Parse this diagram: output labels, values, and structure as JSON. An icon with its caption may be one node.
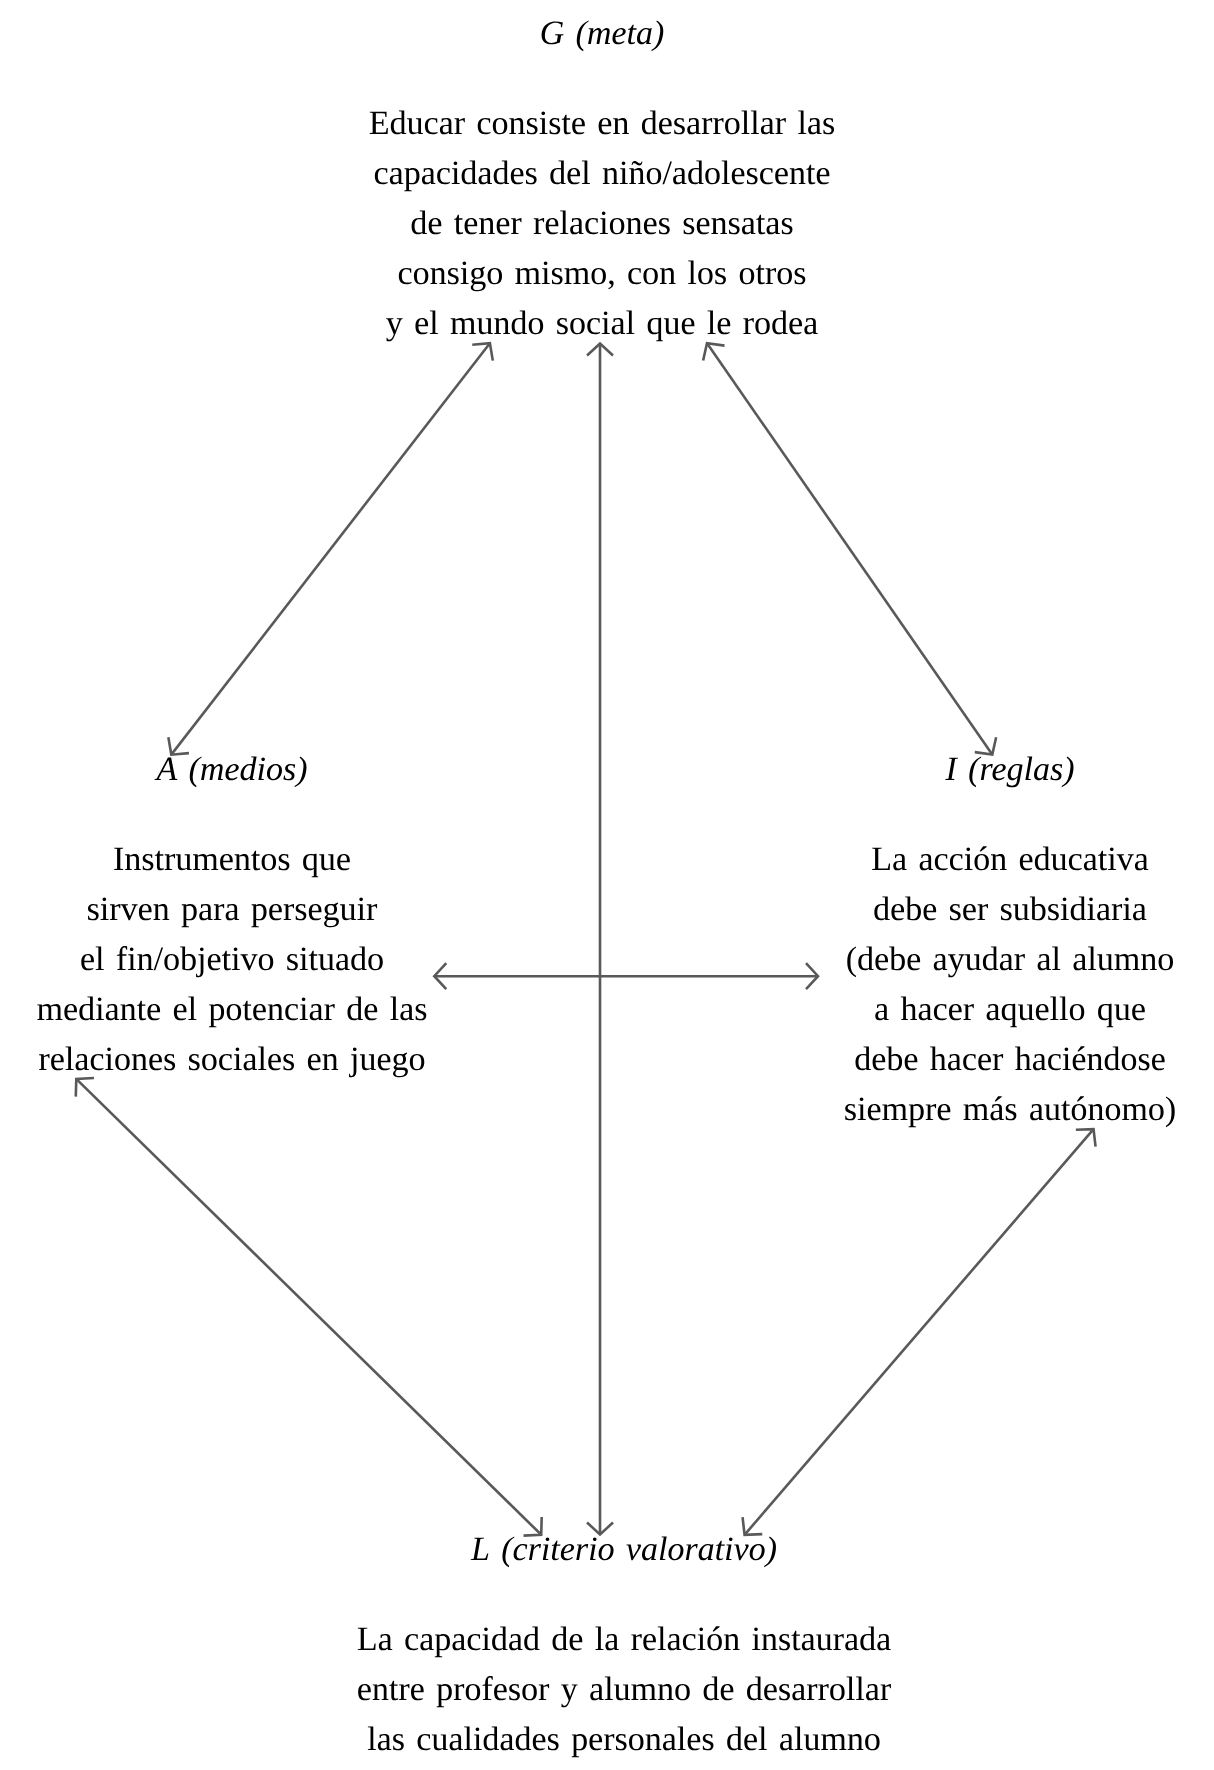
{
  "diagram": {
    "nodes": [
      {
        "text": [
          "G (meta)",
          "Educar consiste en desarrollar las capacidades del niño/adolescente de tener relaciones sensatas consigo mismo, con los otros y el mundo social que le rodea"
        ]
      },
      {
        "text": [
          "A (medios)",
          "Instrumentos que sirven para perseguir el fin/objetivo situado mediante el potenciar de las relaciones sociales en juego"
        ]
      },
      {
        "text": [
          "I (reglas)",
          "La acción educativa debe ser subsidiaria (debe ayudar al alumno a hacer aquello que debe hacer haciéndose siempre más autónomo)"
        ]
      },
      {
        "text": [
          "L (criterio valorativo)",
          "La capacidad de la relación instaurada entre profesor y alumno de desarrollar las cualidades personales del alumno"
        ]
      }
    ],
    "edges": [
      {
        "from": 0,
        "to": 1,
        "arrow": "both"
      },
      {
        "from": 0,
        "to": 2,
        "arrow": "both"
      },
      {
        "from": 1,
        "to": 2,
        "arrow": "both"
      },
      {
        "from": 0,
        "to": 3,
        "arrow": "both"
      },
      {
        "from": 1,
        "to": 3,
        "arrow": "both"
      },
      {
        "from": 2,
        "to": 3,
        "arrow": "both"
      }
    ]
  }
}
